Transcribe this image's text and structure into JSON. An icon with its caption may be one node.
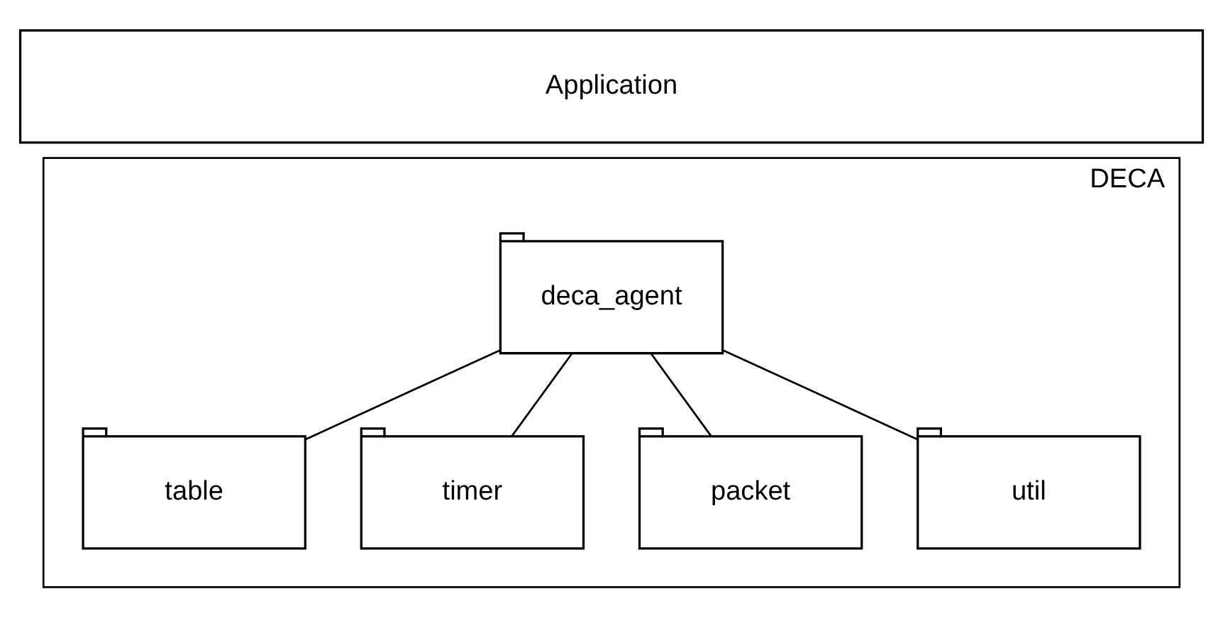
{
  "diagram": {
    "nodes": [
      {
        "text": [
          "Application"
        ]
      },
      {
        "text": [
          "DECA"
        ]
      },
      {
        "text": [
          "deca_agent"
        ],
        "in": 1
      },
      {
        "text": [
          "table"
        ],
        "in": 1
      },
      {
        "text": [
          "timer"
        ],
        "in": 1
      },
      {
        "text": [
          "packet"
        ],
        "in": 1
      },
      {
        "text": [
          "util"
        ],
        "in": 1
      }
    ],
    "edges": [
      {
        "from": 2,
        "to": 3,
        "arrow": "none"
      },
      {
        "from": 2,
        "to": 4,
        "arrow": "none"
      },
      {
        "from": 2,
        "to": 5,
        "arrow": "none"
      },
      {
        "from": 2,
        "to": 6,
        "arrow": "none"
      }
    ]
  }
}
